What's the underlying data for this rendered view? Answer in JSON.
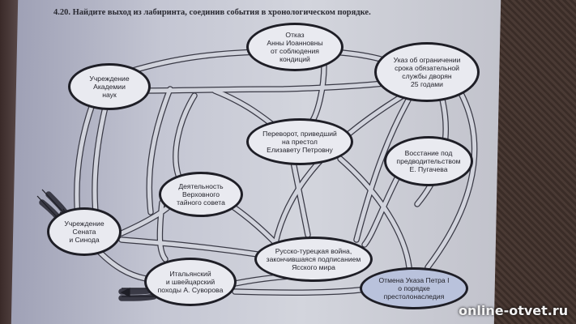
{
  "task": {
    "heading": "4.20. Найдите выход из лабиринта, соединив события в хронологическом порядке."
  },
  "events": [
    {
      "id": "academy",
      "text": "Учреждение\nАкадемии\nнаук"
    },
    {
      "id": "anna",
      "text": "Отказ\nАнны Иоанновны\nот соблюдения\nкондиций"
    },
    {
      "id": "decree25",
      "text": "Указ об ограничении\nсрока обязательной\nслужбы дворян\n25 годами"
    },
    {
      "id": "coup",
      "text": "Переворот, приведший\nна престол\nЕлизавету Петровну"
    },
    {
      "id": "pugachev",
      "text": "Восстание под\nпредводительством\nЕ. Пугачева"
    },
    {
      "id": "council",
      "text": "Деятельность\nВерховного\nтайного совета"
    },
    {
      "id": "senate",
      "text": "Учреждение\nСената\nи Синода"
    },
    {
      "id": "turkish",
      "text": "Русско-турецкая война,\nзакончившаяся подписанием\nЯсского мира"
    },
    {
      "id": "suvorov",
      "text": "Итальянский\nи швейцарский\nпоходы А. Суворова"
    },
    {
      "id": "peter_decree",
      "text": "Отмена Указа Петра I\nо порядке\nпрестолонаследия"
    }
  ],
  "watermark": "online-otvet.ru",
  "icons": [
    "entry-arrow-icon",
    "exit-arrow-icon"
  ]
}
